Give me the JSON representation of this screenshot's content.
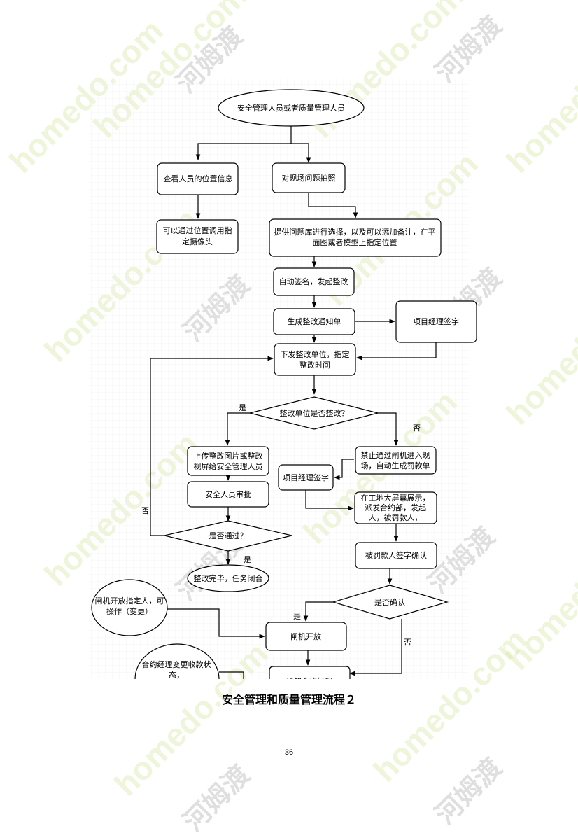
{
  "flowchart": {
    "nodes": {
      "start": "安全管理人员或者质量管理人员",
      "view_location": "查看人员的位置信息",
      "photo": "对现场问题拍照",
      "camera": [
        "可以通过位置调用指",
        "定摄像头"
      ],
      "select_issue": [
        "提供问题库进行选择，以及可以添加备注，在平",
        "面图或者模型上指定位置"
      ],
      "auto_sign": "自动签名，发起整改",
      "notice": "生成整改通知单",
      "pm_sign_1": "项目经理签字",
      "issue_unit": [
        "下发整改单位，指定",
        "整改时间"
      ],
      "decision_rectified": "整改单位是否整改？",
      "upload": [
        "上传整改图片或整改",
        "视屏给安全管理人员"
      ],
      "ban_gate": [
        "禁止通过闸机进入现",
        "场，自动生成罚款单"
      ],
      "pm_sign_2": "项目经理签字",
      "safety_review": "安全人员审批",
      "display": [
        "在工地大屏幕展示，",
        "派发合约部，发起",
        "人，被罚款人，"
      ],
      "decision_pass": "是否通过？",
      "fined_sign": "被罚款人签字确认",
      "close": "整改完毕，任务闭合",
      "decision_confirm": "是否确认",
      "gate_designate": [
        "闸机开放指定人，可",
        "操作（变更）"
      ],
      "gate_open": "闸机开放",
      "contract_manager": [
        "合约经理变更收款状",
        "态，"
      ],
      "notify": "通知合约经理"
    },
    "edge_labels": {
      "yes": "是",
      "no": "否"
    }
  },
  "caption": "安全管理和质量管理流程２",
  "page_number": "36",
  "watermarks": {
    "latin": "homedo.com",
    "chinese": "河姆渡"
  },
  "colors": {
    "stroke": "#000000",
    "grid": "#e6e6e6",
    "watermark_green": "#d2e196"
  }
}
